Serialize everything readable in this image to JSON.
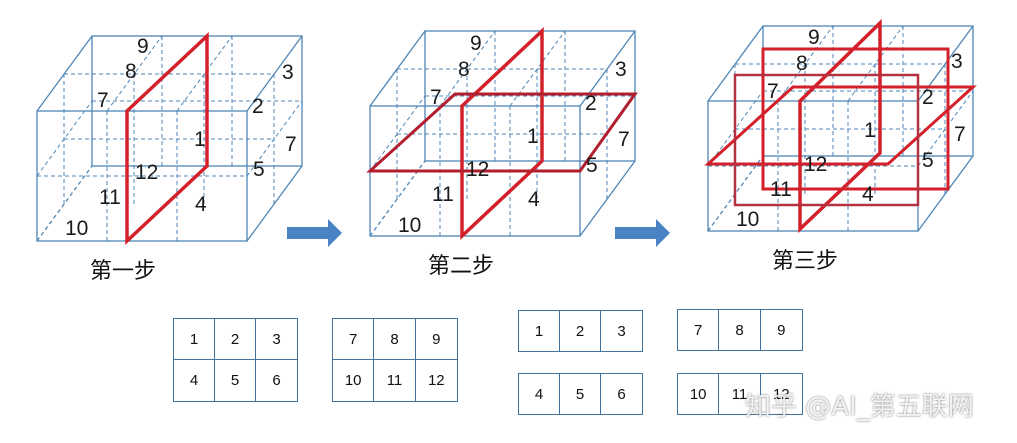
{
  "cubes": [
    {
      "step_label": "第一步",
      "numbers": [
        "9",
        "8",
        "3",
        "7",
        "2",
        "1",
        "7",
        "12",
        "5",
        "11",
        "4",
        "10"
      ],
      "cuts": [
        "vertical"
      ]
    },
    {
      "step_label": "第二步",
      "numbers": [
        "9",
        "8",
        "3",
        "7",
        "2",
        "1",
        "7",
        "12",
        "5",
        "11",
        "4",
        "10"
      ],
      "cuts": [
        "vertical",
        "horizontal"
      ]
    },
    {
      "step_label": "第三步",
      "numbers": [
        "9",
        "8",
        "3",
        "7",
        "2",
        "1",
        "7",
        "12",
        "5",
        "11",
        "4",
        "10"
      ],
      "cuts": [
        "vertical",
        "horizontal",
        "front"
      ]
    }
  ],
  "colors": {
    "cube_edge": "#4f86b6",
    "cut": "#d4202a",
    "arrow": "#4a83c4"
  },
  "tables": [
    {
      "rows": [
        [
          "1",
          "2",
          "3"
        ],
        [
          "4",
          "5",
          "6"
        ]
      ]
    },
    {
      "rows": [
        [
          "7",
          "8",
          "9"
        ],
        [
          "10",
          "11",
          "12"
        ]
      ]
    },
    {
      "rows": [
        [
          "1",
          "2",
          "3"
        ]
      ]
    },
    {
      "rows": [
        [
          "7",
          "8",
          "9"
        ]
      ]
    },
    {
      "rows": [
        [
          "4",
          "5",
          "6"
        ]
      ]
    },
    {
      "rows": [
        [
          "10",
          "11",
          "12"
        ]
      ]
    }
  ],
  "watermark": "知乎 @AI_第五联网"
}
